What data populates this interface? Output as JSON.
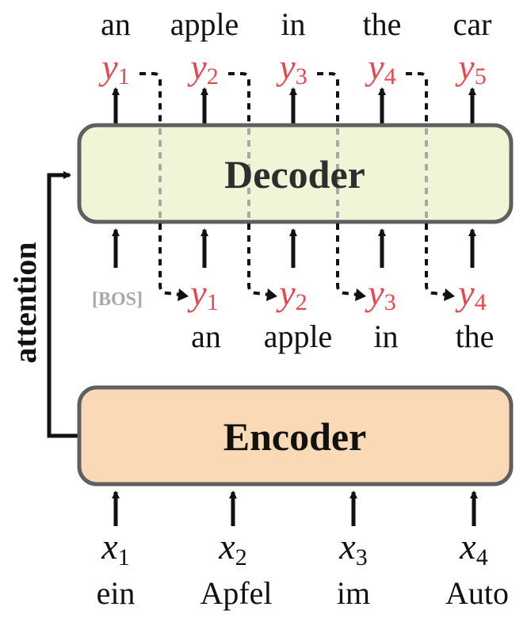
{
  "output_words": [
    "an",
    "apple",
    "in",
    "the",
    "car"
  ],
  "outputs": [
    {
      "var": "y",
      "sub": "1"
    },
    {
      "var": "y",
      "sub": "2"
    },
    {
      "var": "y",
      "sub": "3"
    },
    {
      "var": "y",
      "sub": "4"
    },
    {
      "var": "y",
      "sub": "5"
    }
  ],
  "decoder_label": "Decoder",
  "encoder_label": "Encoder",
  "attention_label": "attention",
  "bos_label": "[BOS]",
  "decoder_inputs": [
    {
      "var": "y",
      "sub": "1"
    },
    {
      "var": "y",
      "sub": "2"
    },
    {
      "var": "y",
      "sub": "3"
    },
    {
      "var": "y",
      "sub": "4"
    }
  ],
  "decoder_input_words": [
    "an",
    "apple",
    "in",
    "the"
  ],
  "inputs": [
    {
      "var": "x",
      "sub": "1"
    },
    {
      "var": "x",
      "sub": "2"
    },
    {
      "var": "x",
      "sub": "3"
    },
    {
      "var": "x",
      "sub": "4"
    }
  ],
  "input_words": [
    "ein",
    "Apfel",
    "im",
    "Auto"
  ],
  "colors": {
    "token_red": "#e8474f",
    "decoder_fill": "#f0f5d8",
    "encoder_fill": "#fad9b6",
    "box_stroke": "#5f5f5f",
    "bos_gray": "#a8a8a8"
  }
}
